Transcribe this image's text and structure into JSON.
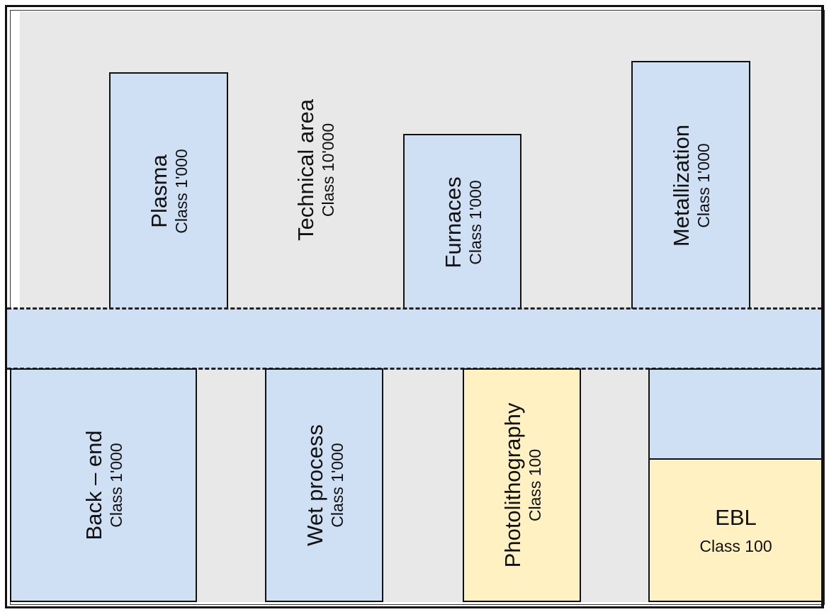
{
  "colors": {
    "clean_room": "#cfe0f5",
    "lithography_room": "#fff1c1",
    "technical_area": "#e8e8e8",
    "walls": "#111111"
  },
  "technical_area": {
    "name": "Technical area",
    "class": "Class 10'000"
  },
  "rooms": {
    "plasma": {
      "name": "Plasma",
      "class": "Class 1'000"
    },
    "furnaces": {
      "name": "Furnaces",
      "class": "Class 1'000"
    },
    "metallization": {
      "name": "Metallization",
      "class": "Class 1'000"
    },
    "back_end": {
      "name": "Back – end",
      "class": "Class 1'000"
    },
    "wet_process": {
      "name": "Wet process",
      "class": "Class 1'000"
    },
    "photolithography": {
      "name": "Photolithography",
      "class": "Class 100"
    },
    "ebl": {
      "name": "EBL",
      "class": "Class 100"
    }
  }
}
